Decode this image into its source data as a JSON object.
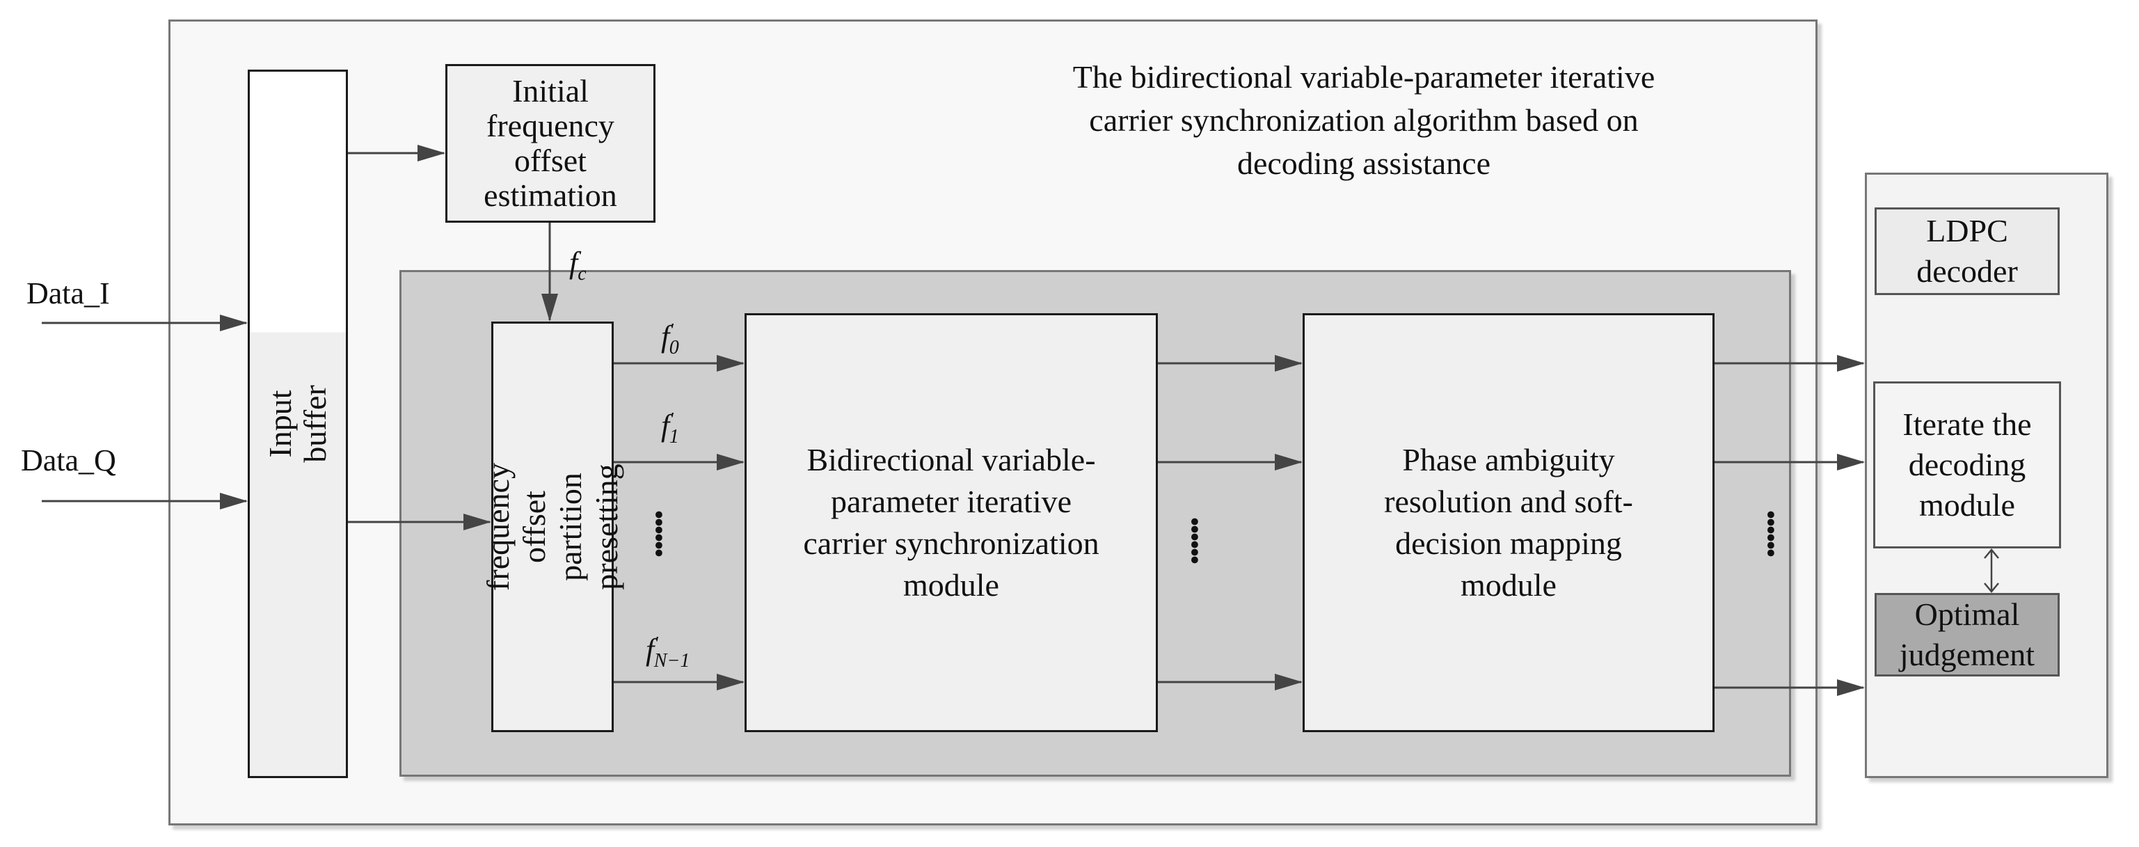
{
  "title": "The bidirectional variable-parameter iterative\ncarrier synchronization algorithm based on\ndecoding assistance",
  "inputs": {
    "data_i": "Data_I",
    "data_q": "Data_Q"
  },
  "blocks": {
    "input_buffer": "Input\nbuffer",
    "initial_freq": "Initial\nfrequency\noffset\nestimation",
    "freq_partition": "frequency offset\npartition presetting",
    "bvp_sync": "Bidirectional variable-\nparameter iterative\ncarrier synchronization\nmodule",
    "phase_ambiguity": "Phase ambiguity\nresolution and soft-\ndecision mapping\nmodule",
    "ldpc_decoder": "LDPC\ndecoder",
    "iterate_decoding": "Iterate the\ndecoding\nmodule",
    "optimal_judgement": "Optimal\njudgement"
  },
  "signals": {
    "fc": {
      "base": "f",
      "sub": "c",
      "sup": ""
    },
    "f0": {
      "base": "f",
      "sub": "0",
      "sup": "'"
    },
    "f1": {
      "base": "f",
      "sub": "1",
      "sup": "'"
    },
    "fN1": {
      "base": "f",
      "sub": "N−1",
      "sup": "'"
    }
  },
  "ellipsis": "......",
  "colors": {
    "outer_frame": "#f8f8f8",
    "inner_panel": "#cfcfcf",
    "module_fill": "#f0f0f0",
    "optimal_fill": "#aaaaaa",
    "arrow": "#444444"
  }
}
